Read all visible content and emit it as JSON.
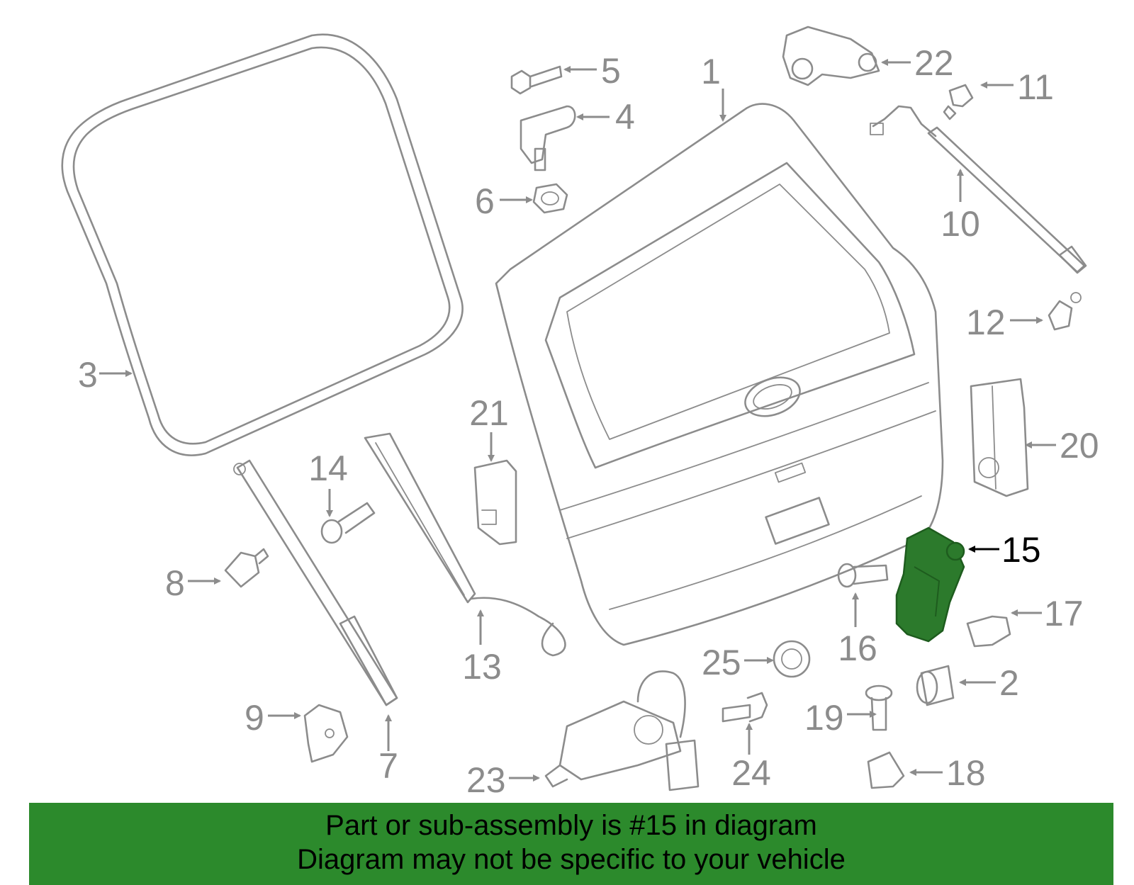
{
  "callouts": [
    "1",
    "2",
    "3",
    "4",
    "5",
    "6",
    "7",
    "8",
    "9",
    "10",
    "11",
    "12",
    "13",
    "14",
    "15",
    "16",
    "17",
    "18",
    "19",
    "20",
    "21",
    "22",
    "23",
    "24",
    "25"
  ],
  "highlight_callout": "15",
  "colors": {
    "part_stroke": "#8c8c8c",
    "highlight_fill": "#2c7a2c",
    "banner_bg": "#2c8a2c",
    "text": "#000000"
  },
  "banner": {
    "line1": "Part or sub-assembly is #15 in diagram",
    "line2": "Diagram may not be specific to your vehicle"
  }
}
